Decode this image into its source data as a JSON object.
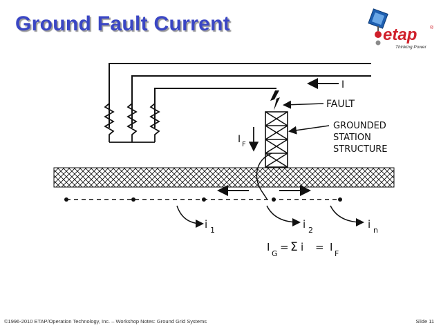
{
  "title": "Ground Fault Current",
  "logo": {
    "brand": "etap",
    "tagline": "Thinking Power",
    "registered": "®"
  },
  "diagram": {
    "current_label": "I",
    "fault_label": "FAULT",
    "structure_label_lines": [
      "GROUNDED",
      "STATION",
      "STRUCTURE"
    ],
    "fault_current_label": {
      "main": "I",
      "sub": "F"
    },
    "branch_currents": [
      {
        "main": "i",
        "sub": "1"
      },
      {
        "main": "i",
        "sub": "2"
      },
      {
        "main": "i",
        "sub": "n"
      }
    ],
    "equation": {
      "lhs_main": "I",
      "lhs_sub": "G",
      "eq": "=",
      "sigma": "Σ",
      "i": "i",
      "eq2": "=",
      "rhs_main": "I",
      "rhs_sub": "F"
    }
  },
  "footer": "©1996-2010 ETAP/Operation Technology, Inc. – Workshop Notes: Ground Grid Systems",
  "slide_number": "Slide 11",
  "colors": {
    "title": "#3a46c4",
    "logo_red": "#d0202b",
    "line": "#111111"
  }
}
